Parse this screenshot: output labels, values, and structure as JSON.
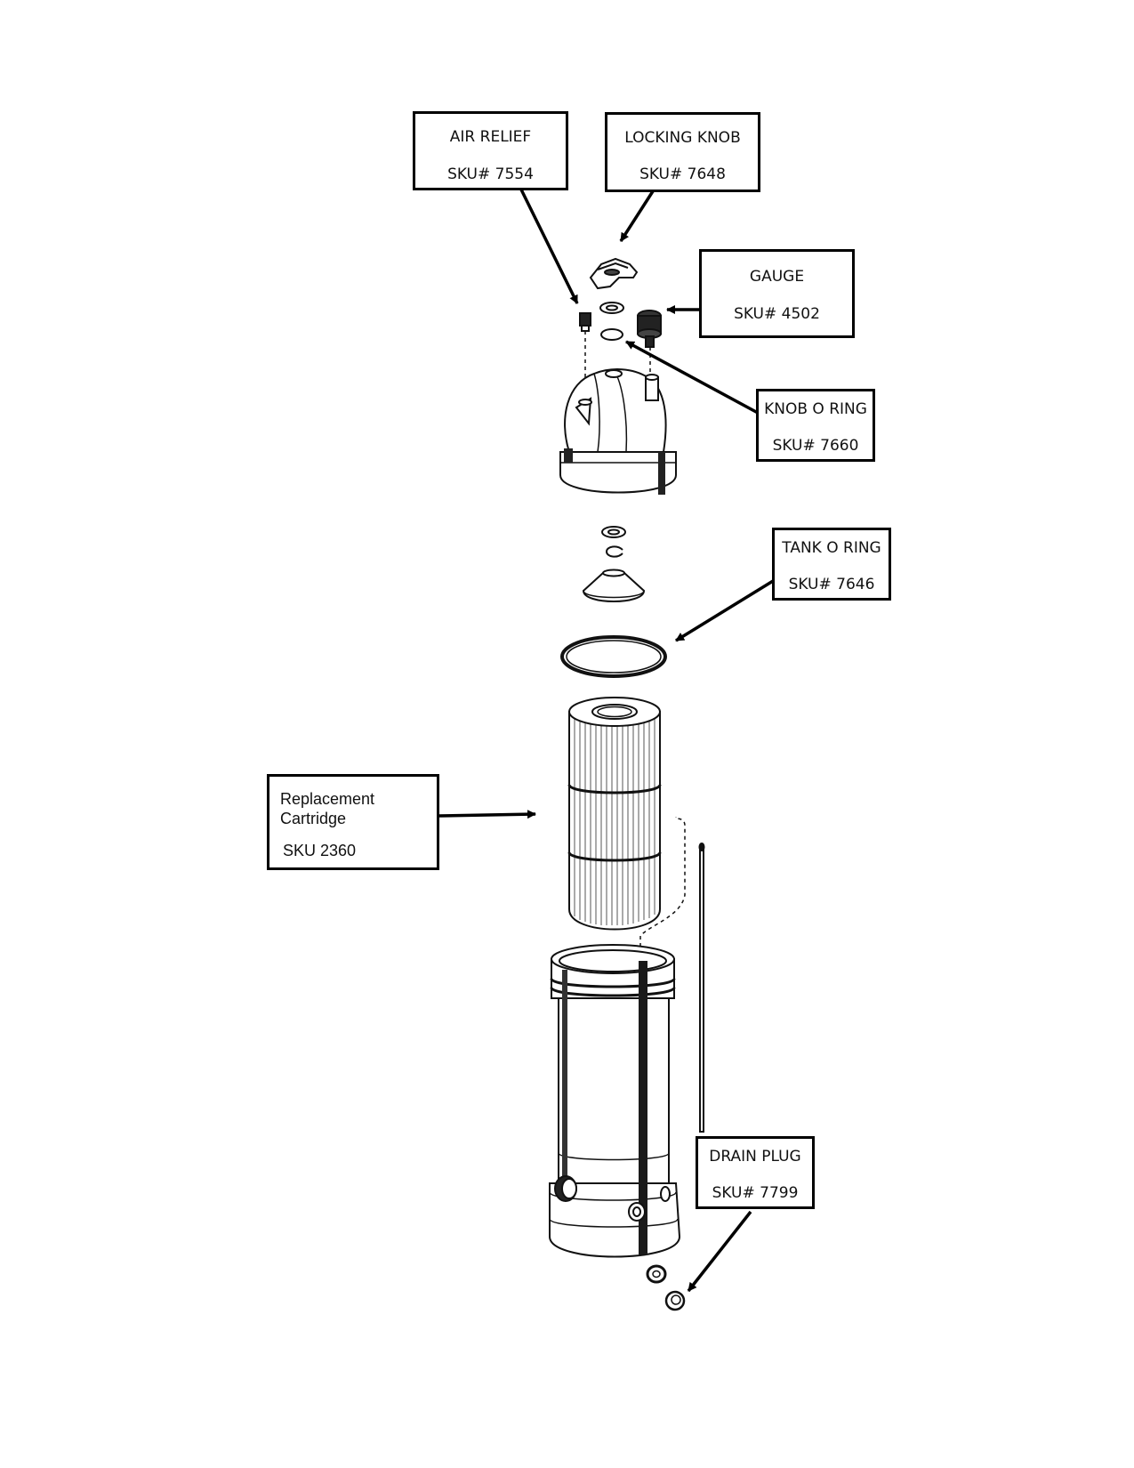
{
  "callouts": {
    "air_relief": {
      "name": "AIR RELIEF",
      "sku": "SKU# 7554"
    },
    "locking_knob": {
      "name": "LOCKING KNOB",
      "sku": "SKU# 7648"
    },
    "gauge": {
      "name": "GAUGE",
      "sku": "SKU# 4502"
    },
    "knob_o_ring": {
      "name": "KNOB O RING",
      "sku": "SKU# 7660"
    },
    "tank_o_ring": {
      "name": "TANK O RING",
      "sku": "SKU# 7646"
    },
    "replacement_cartridge": {
      "name_line1": "Replacement",
      "name_line2": "Cartridge",
      "sku": "SKU 2360"
    },
    "drain_plug": {
      "name": "DRAIN PLUG",
      "sku": "SKU# 7799"
    }
  }
}
